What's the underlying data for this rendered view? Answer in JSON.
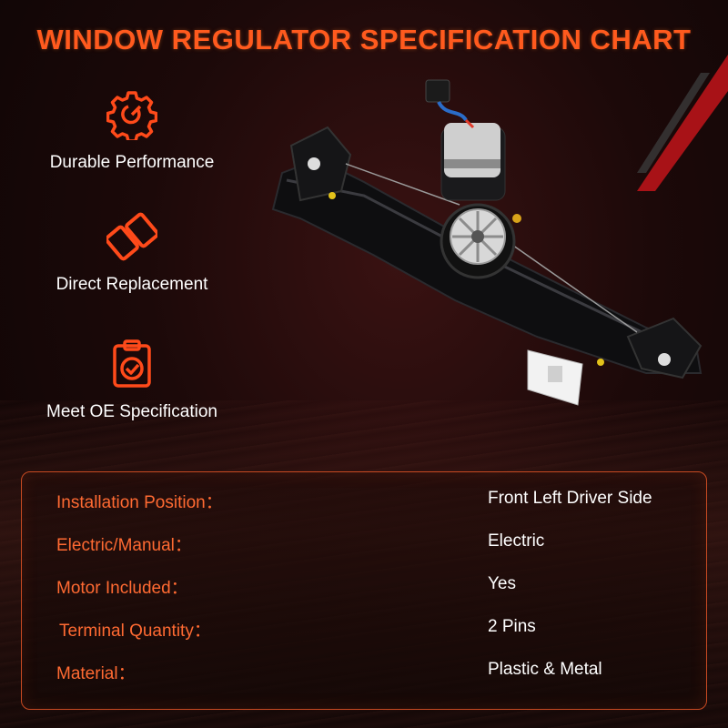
{
  "title": "WINDOW REGULATOR SPECIFICATION CHART",
  "accent_color": "#ff5a1e",
  "features": [
    {
      "icon": "gear-icon",
      "label": "Durable Performance"
    },
    {
      "icon": "chain-link-icon",
      "label": "Direct Replacement"
    },
    {
      "icon": "clipboard-check-icon",
      "label": "Meet OE Specification"
    }
  ],
  "specs": [
    {
      "label": "Installation Position：",
      "value": "Front Left Driver Side"
    },
    {
      "label": "Electric/Manual：",
      "value": "Electric"
    },
    {
      "label": "Motor Included：",
      "value": "Yes"
    },
    {
      "label": "Terminal Quantity：",
      "value": "2 Pins"
    },
    {
      "label": "Material：",
      "value": "Plastic & Metal"
    }
  ]
}
